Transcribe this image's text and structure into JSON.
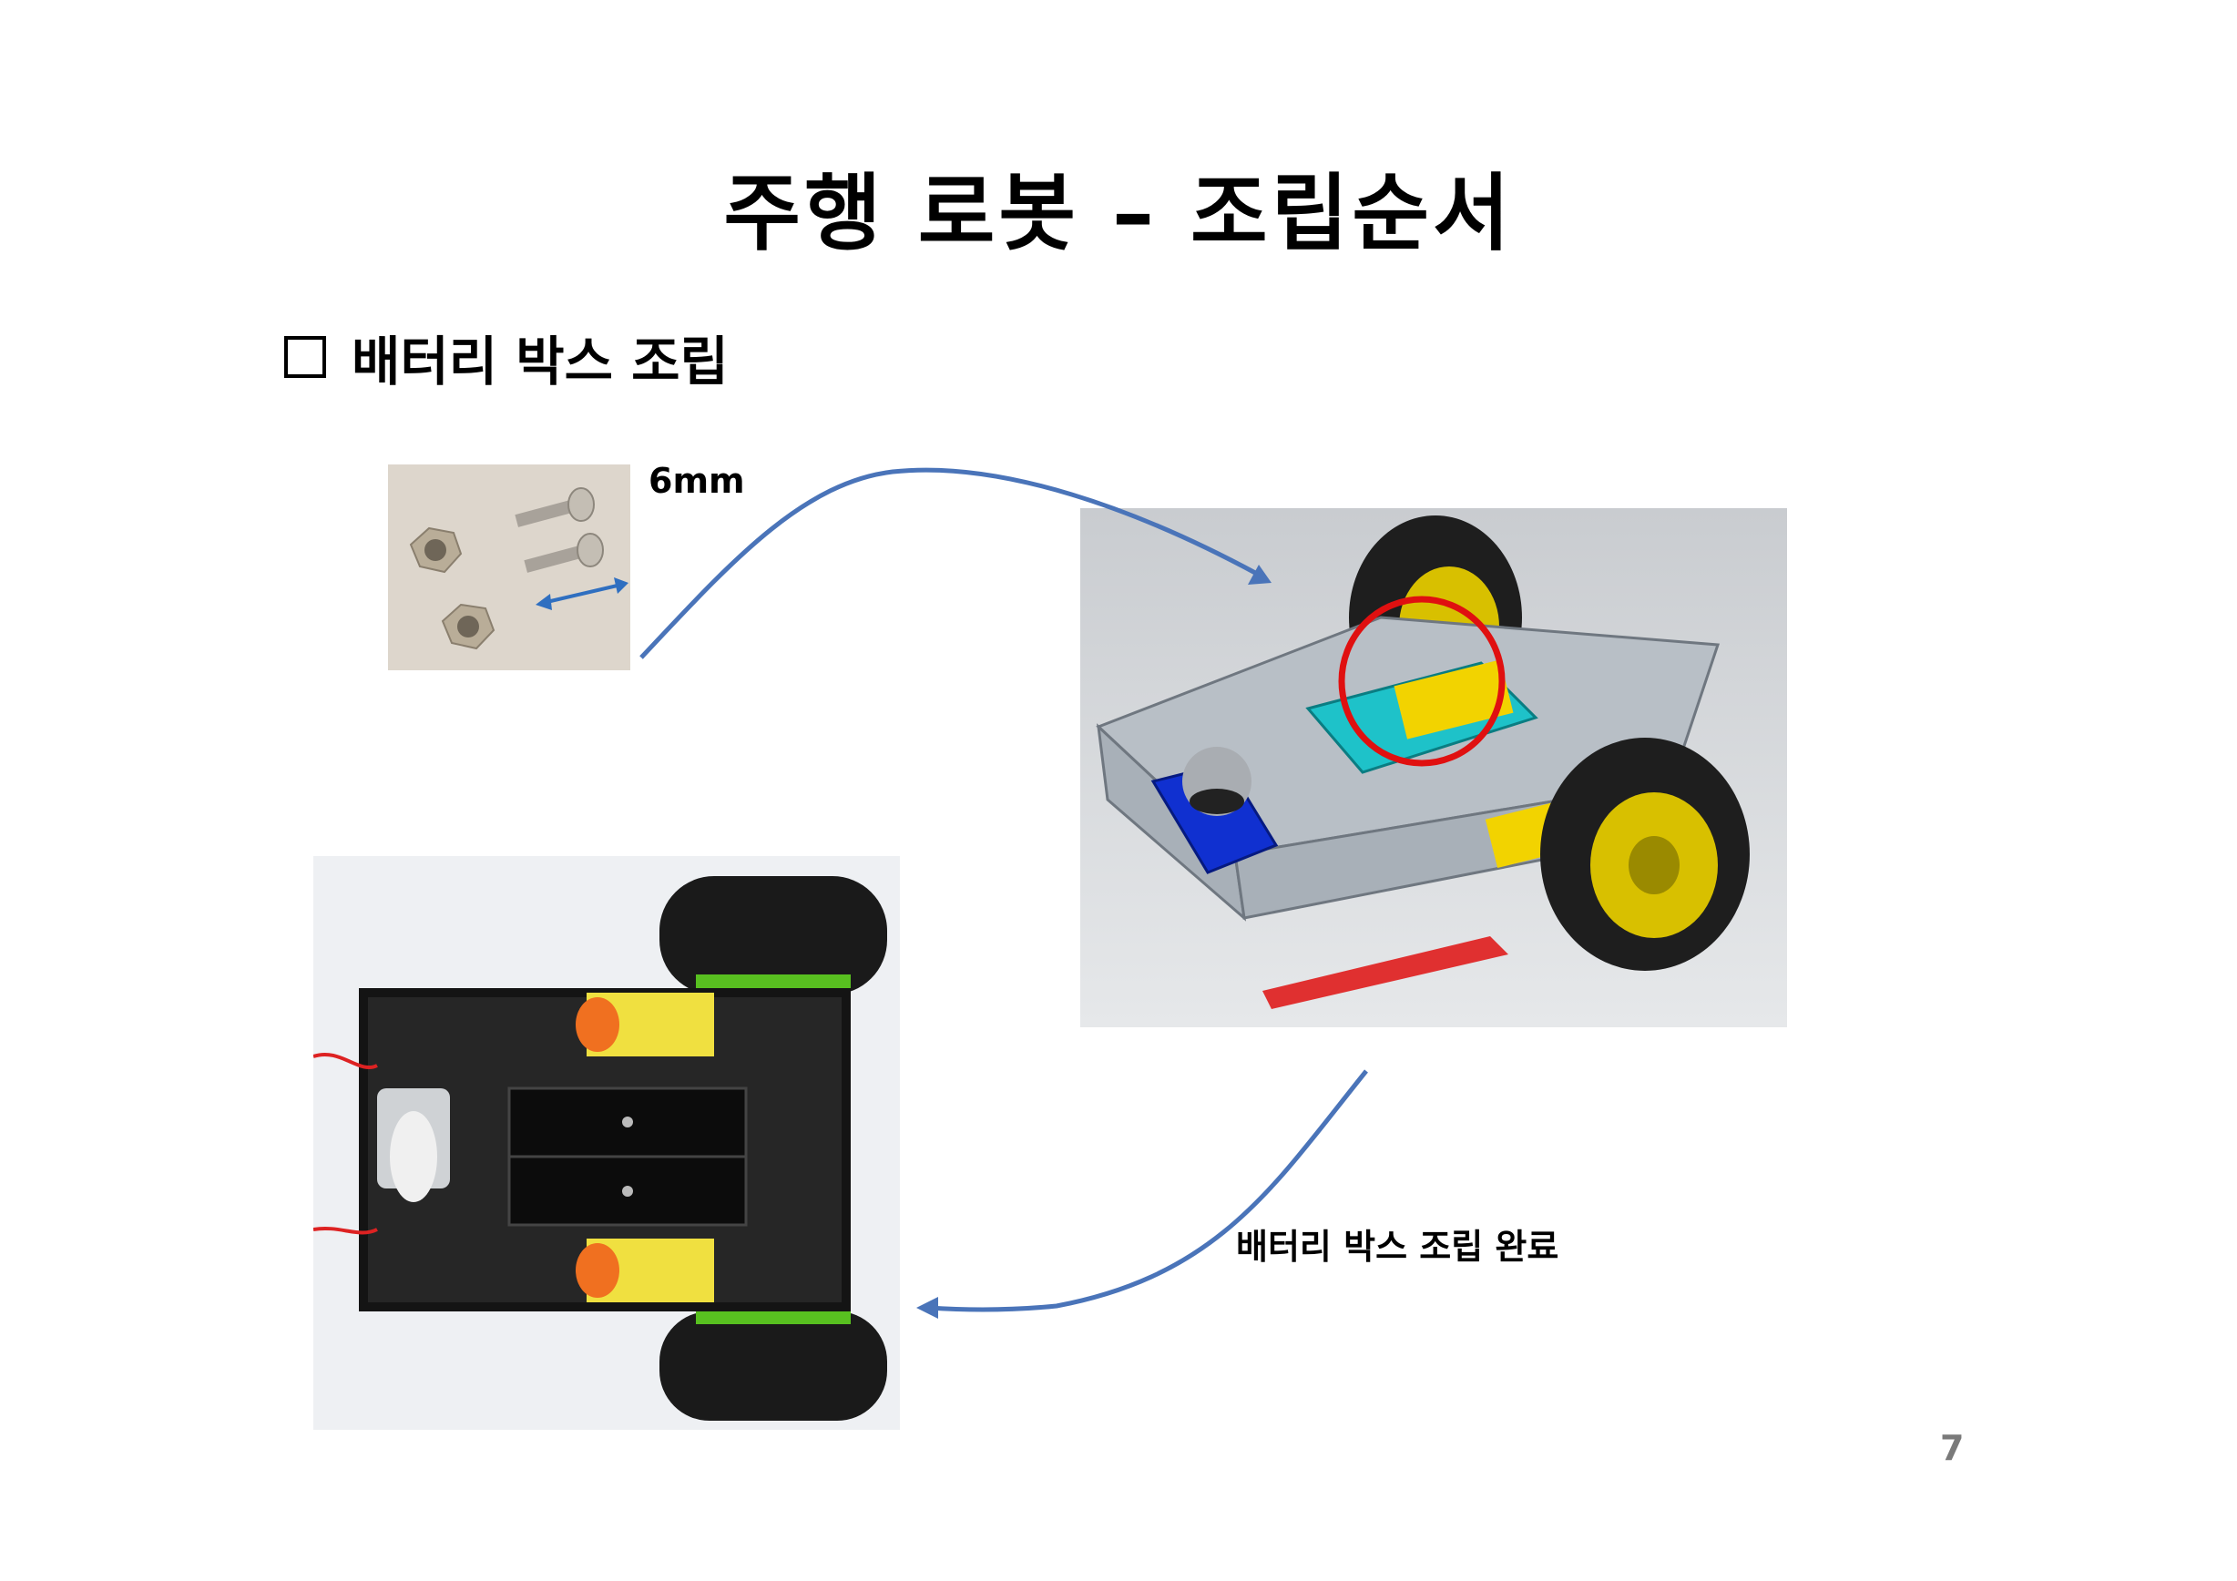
{
  "slide": {
    "title": "주행 로봇 – 조립순서",
    "section_heading": "배터리 박스 조립",
    "page_number": "7"
  },
  "labels": {
    "screw_length": "6mm",
    "completion": "배터리 박스 조립 완료"
  },
  "icons": [
    "checkbox-square-icon",
    "arrow-icon",
    "double-arrow-icon",
    "highlight-circle-icon"
  ],
  "colors": {
    "arrow": "#4a74b9",
    "highlight_circle": "#e01010",
    "page_number": "#7a7a7a",
    "battery_holder_cad": "#1ec2c9",
    "motor_yellow": "#f2d300",
    "caster_plate": "#1030d0"
  }
}
